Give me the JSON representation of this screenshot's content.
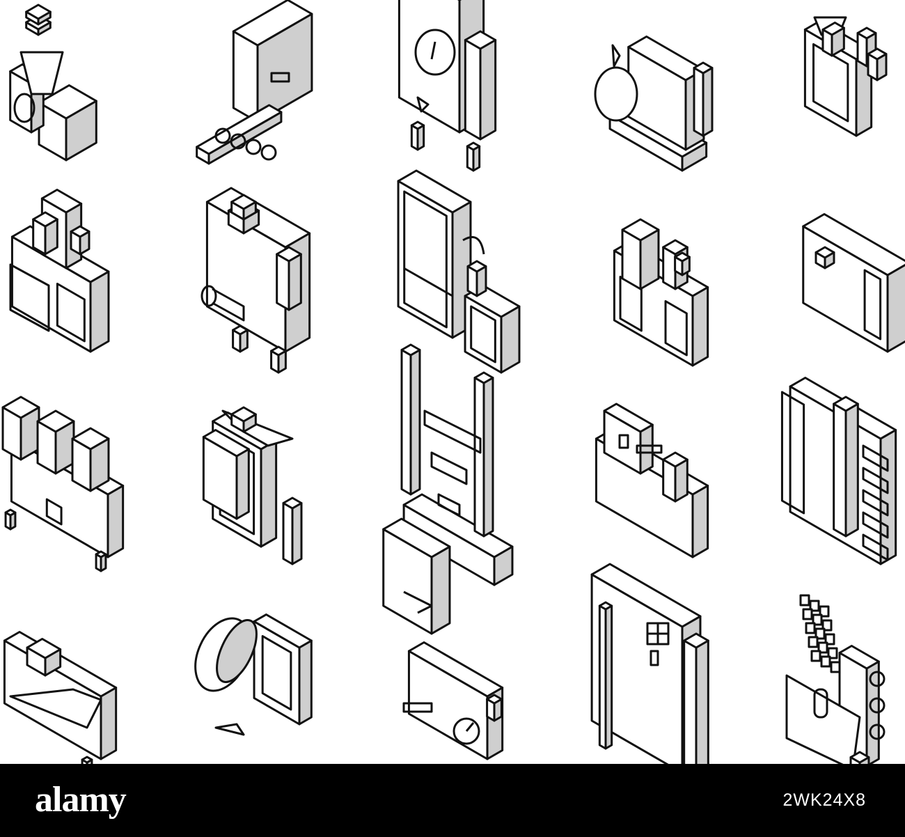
{
  "sheet": {
    "rows": 4,
    "columns": 5,
    "stroke_color": "#111111",
    "shade_color": "#cfcfcf",
    "background": "#ffffff",
    "icons": [
      {
        "name": "grain-hopper-bag-machine-icon",
        "kind": "hopper"
      },
      {
        "name": "conveyor-roller-press-icon",
        "kind": "conveyor"
      },
      {
        "name": "gauge-cabinet-icon",
        "kind": "gauge"
      },
      {
        "name": "round-vessel-frame-icon",
        "kind": "vessel"
      },
      {
        "name": "tall-feeder-tower-icon",
        "kind": "tower"
      },
      {
        "name": "double-door-processing-unit-icon",
        "kind": "double"
      },
      {
        "name": "pipe-oven-cabinet-icon",
        "kind": "oven"
      },
      {
        "name": "tall-refrigerated-unit-icon",
        "kind": "fridge"
      },
      {
        "name": "twin-compartment-machine-icon",
        "kind": "twin"
      },
      {
        "name": "long-panel-cabinet-icon",
        "kind": "panel"
      },
      {
        "name": "triple-hopper-filling-line-icon",
        "kind": "triple"
      },
      {
        "name": "hopper-mixing-machine-icon",
        "kind": "mixer"
      },
      {
        "name": "press-frame-machine-icon",
        "kind": "press"
      },
      {
        "name": "bench-cutting-machine-icon",
        "kind": "bench"
      },
      {
        "name": "multi-drawer-storage-unit-icon",
        "kind": "drawers"
      },
      {
        "name": "tray-packing-table-icon",
        "kind": "tray"
      },
      {
        "name": "round-paddle-mixer-icon",
        "kind": "paddle"
      },
      {
        "name": "wrapping-line-machine-icon",
        "kind": "wrap"
      },
      {
        "name": "control-panel-cabinet-icon",
        "kind": "control"
      },
      {
        "name": "chocolate-bar-package-icon",
        "kind": "chocolate"
      }
    ]
  },
  "footer": {
    "background": "#000000",
    "brand": "alamy",
    "image_id": "2WK24X8"
  }
}
